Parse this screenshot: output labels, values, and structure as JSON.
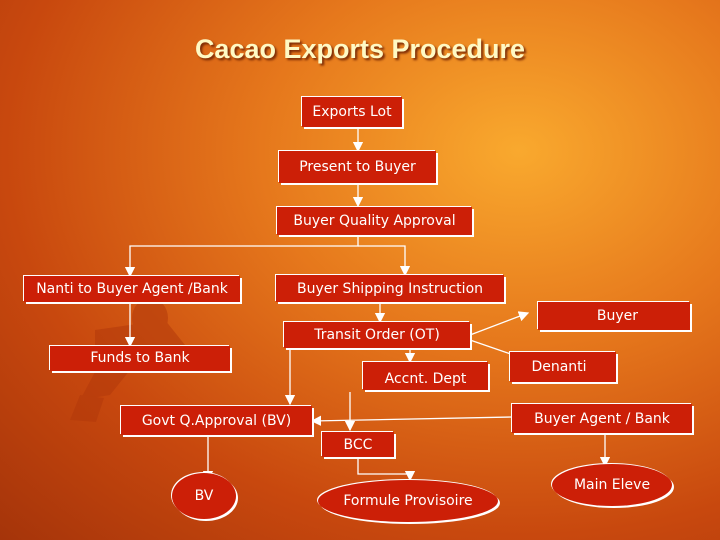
{
  "title": "Cacao Exports Procedure",
  "nodes": {
    "exports_lot": "Exports Lot",
    "present_to_buyer": "Present to Buyer",
    "buyer_quality_approval": "Buyer Quality Approval",
    "nanti_to_buyer_agent_bank": "Nanti to Buyer Agent /Bank",
    "buyer_shipping_instruction": "Buyer Shipping Instruction",
    "buyer": "Buyer",
    "transit_order": "Transit Order (OT)",
    "funds_to_bank": "Funds to Bank",
    "accnt_dept": "Accnt. Dept",
    "denanti": "Denanti",
    "govt_q_approval": "Govt Q.Approval (BV)",
    "buyer_agent_bank": "Buyer Agent / Bank",
    "bcc": "BCC",
    "bv": "BV",
    "formule_provisoire": "Formule Provisoire",
    "main_eleve": "Main Eleve"
  },
  "colors": {
    "box_fill": "#cc1f07",
    "title_text": "#fff9c4",
    "connector": "#ffffff"
  }
}
